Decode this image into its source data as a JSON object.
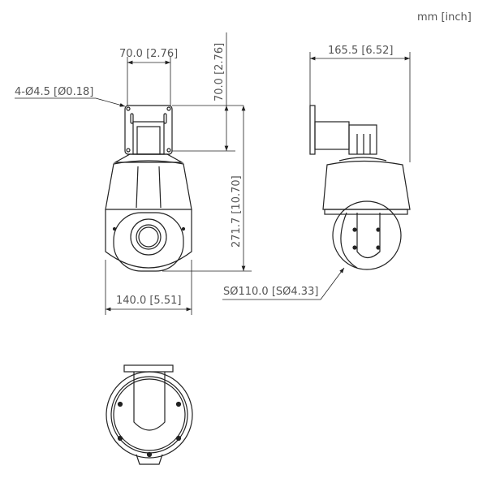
{
  "drawing": {
    "units_label": "mm [inch]",
    "views": [
      "front-view",
      "side-view",
      "bottom-view"
    ],
    "dimensions": {
      "bracket_width": "70.0 [2.76]",
      "bracket_height": "70.0 [2.76]",
      "mount_holes": "4-Ø4.5 [Ø0.18]",
      "total_height": "271.7 [10.70]",
      "body_width": "140.0 [5.51]",
      "side_depth": "165.5 [6.52]",
      "sphere_diameter": "SØ110.0 [SØ4.33]"
    },
    "colors": {
      "line": "#222222",
      "dim": "#444444",
      "text": "#555555"
    }
  }
}
